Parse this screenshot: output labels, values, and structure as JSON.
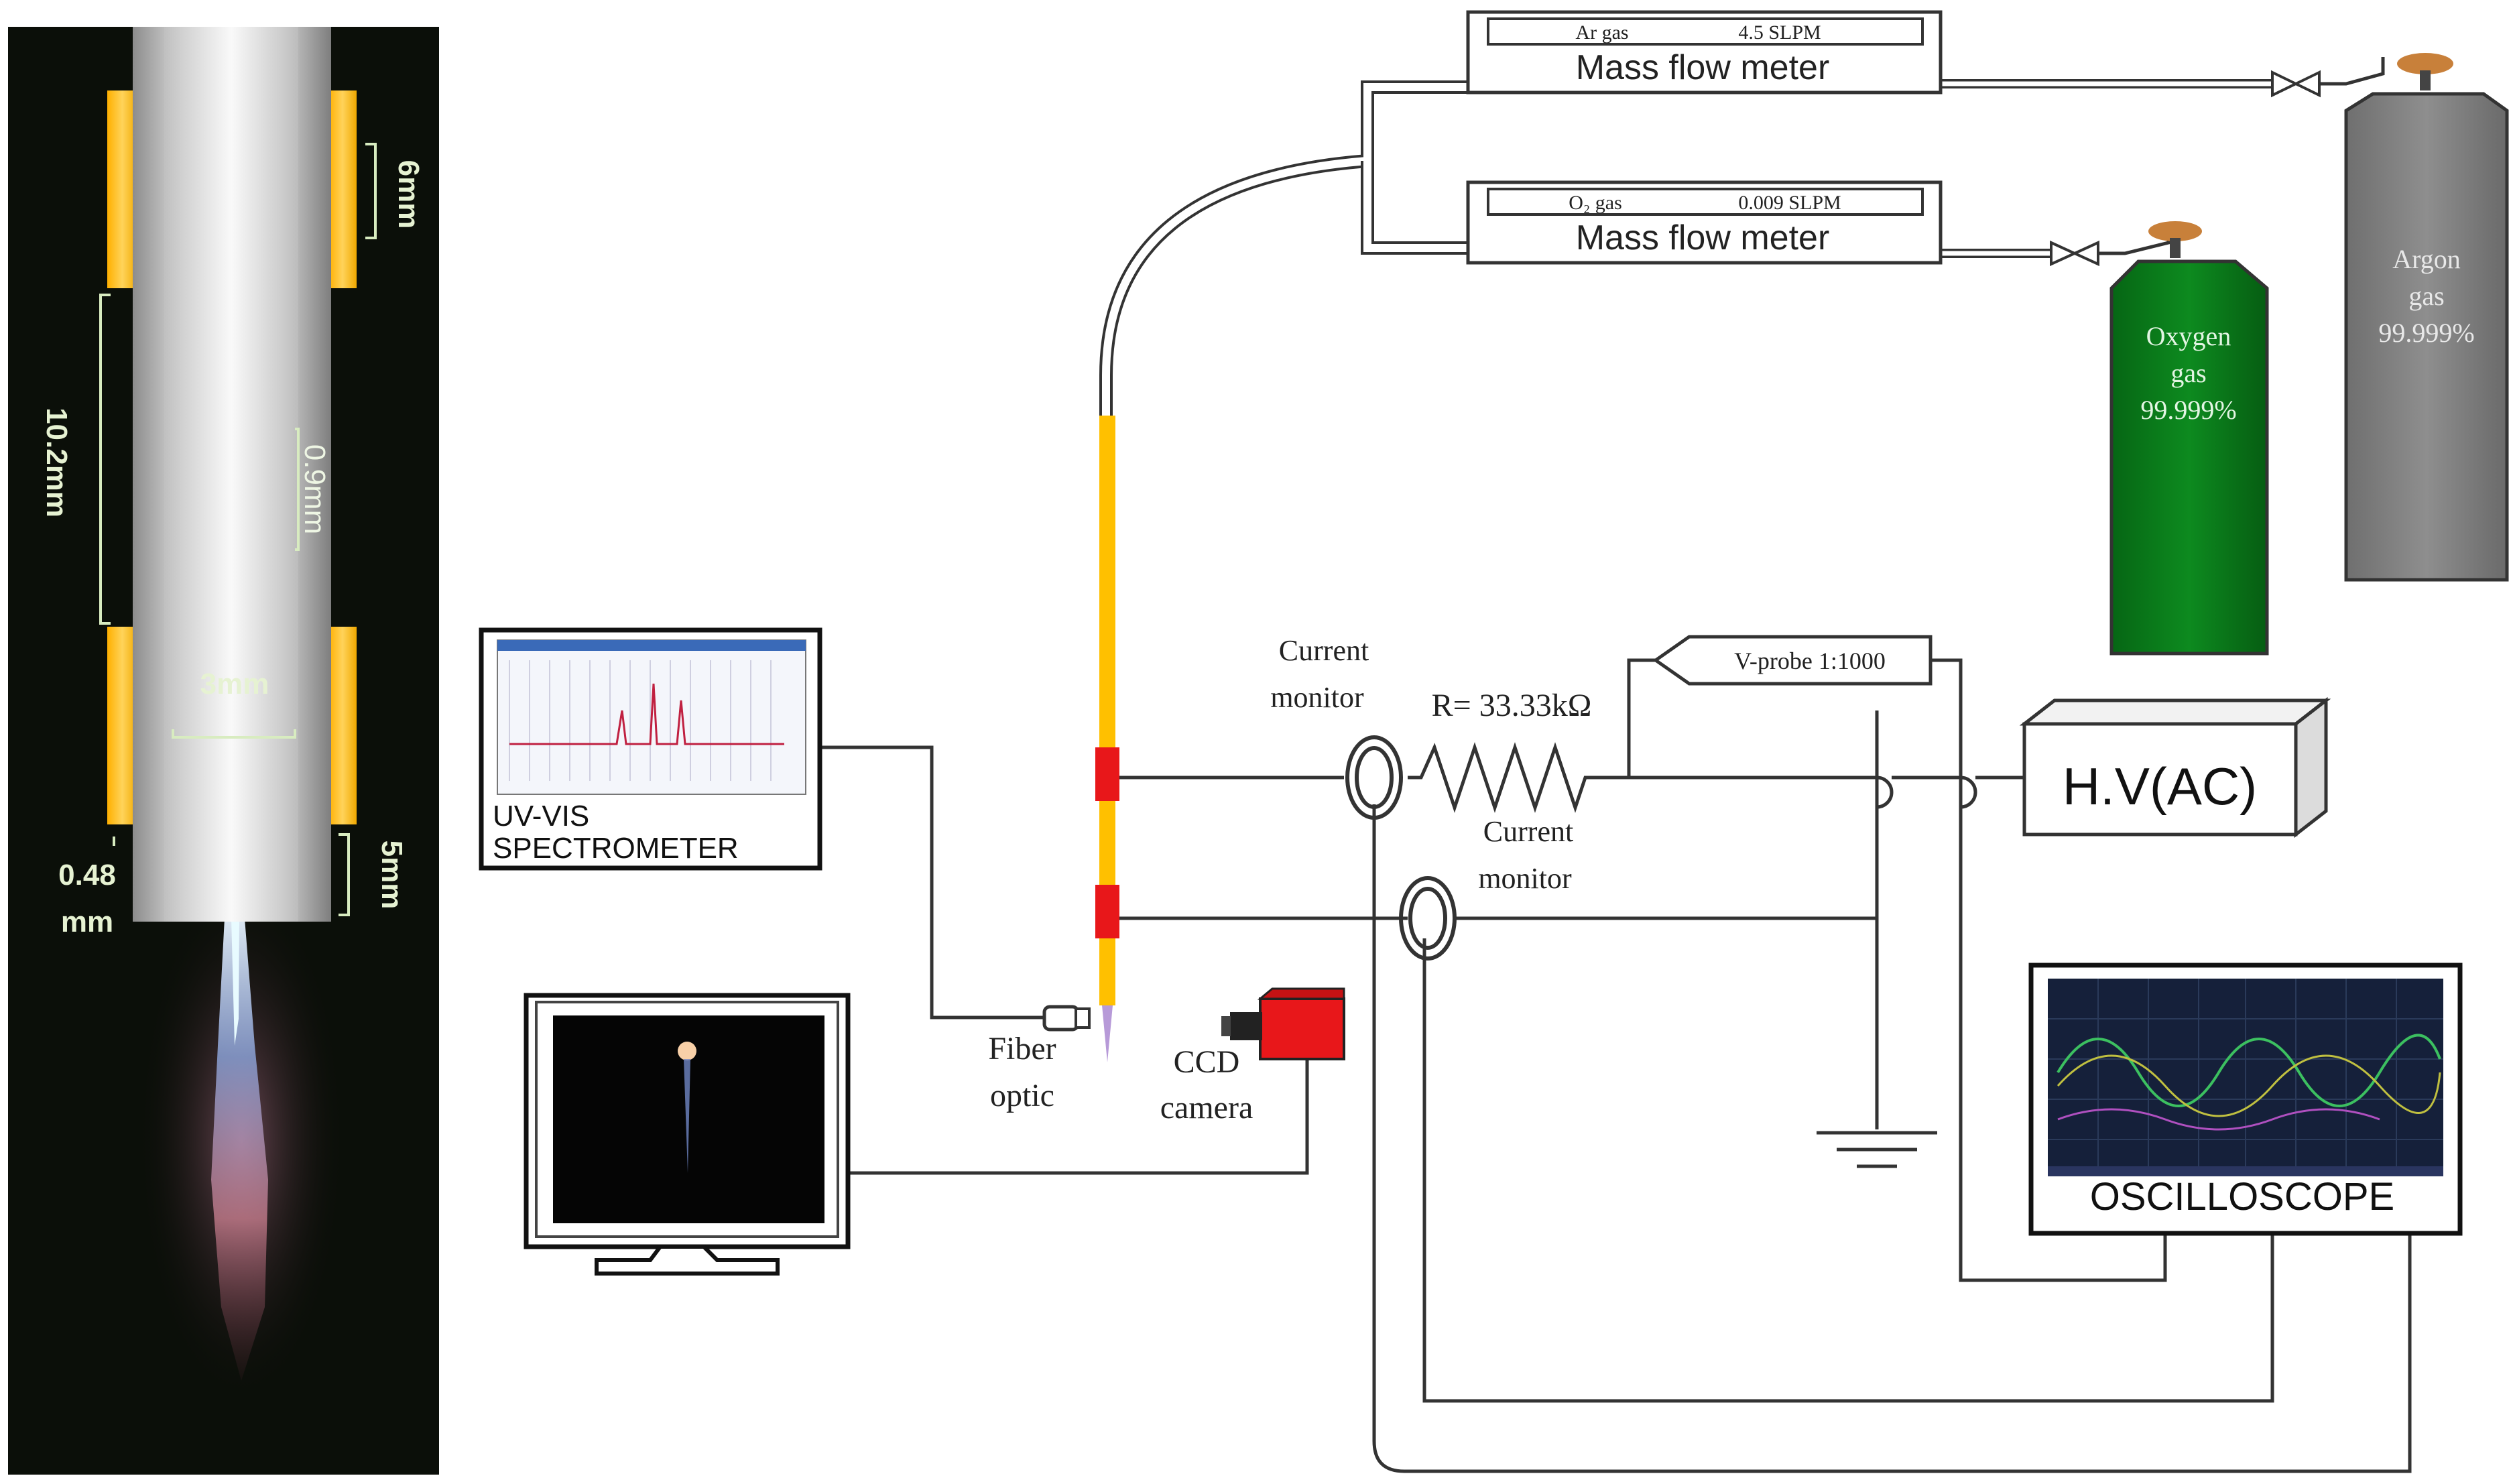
{
  "jet_photo": {
    "dimensions": {
      "outer_electrode_top": "6mm",
      "gap": "10.2mm",
      "wall": "0.9mm",
      "diameter": "3mm",
      "wall_bottom_line1": "0.48",
      "wall_bottom_line2": "mm",
      "tip": "5mm"
    }
  },
  "flow_meters": [
    {
      "gas": "Ar gas",
      "rate": "4.5 SLPM",
      "title": "Mass flow meter"
    },
    {
      "gas": "O₂ gas",
      "rate": "0.009 SLPM",
      "title": "Mass flow meter"
    }
  ],
  "cylinders": {
    "argon": {
      "line1": "Argon",
      "line2": "gas",
      "line3": "99.999%",
      "color": "#7f7f7f"
    },
    "oxygen": {
      "line1": "Oxygen",
      "line2": "gas",
      "line3": "99.999%",
      "color": "#0a7a1a"
    }
  },
  "spectrometer": {
    "line1": "UV-VIS",
    "line2": "SPECTROMETER"
  },
  "fiber": {
    "line1": "Fiber",
    "line2": "optic"
  },
  "ccd": {
    "line1": "CCD",
    "line2": "camera"
  },
  "current_monitor_1": {
    "line1": "Current",
    "line2": "monitor"
  },
  "current_monitor_2": {
    "line1": "Current",
    "line2": "monitor"
  },
  "resistor": "R= 33.33kΩ",
  "vprobe": "V-probe 1:1000",
  "hv": "H.V(AC)",
  "oscilloscope": "OSCILLOSCOPE",
  "colors": {
    "electrode": "#ffc000",
    "ccd_body": "#e8171a",
    "photo_bg": "#0b0f09",
    "tube": "#c9c9c9"
  }
}
